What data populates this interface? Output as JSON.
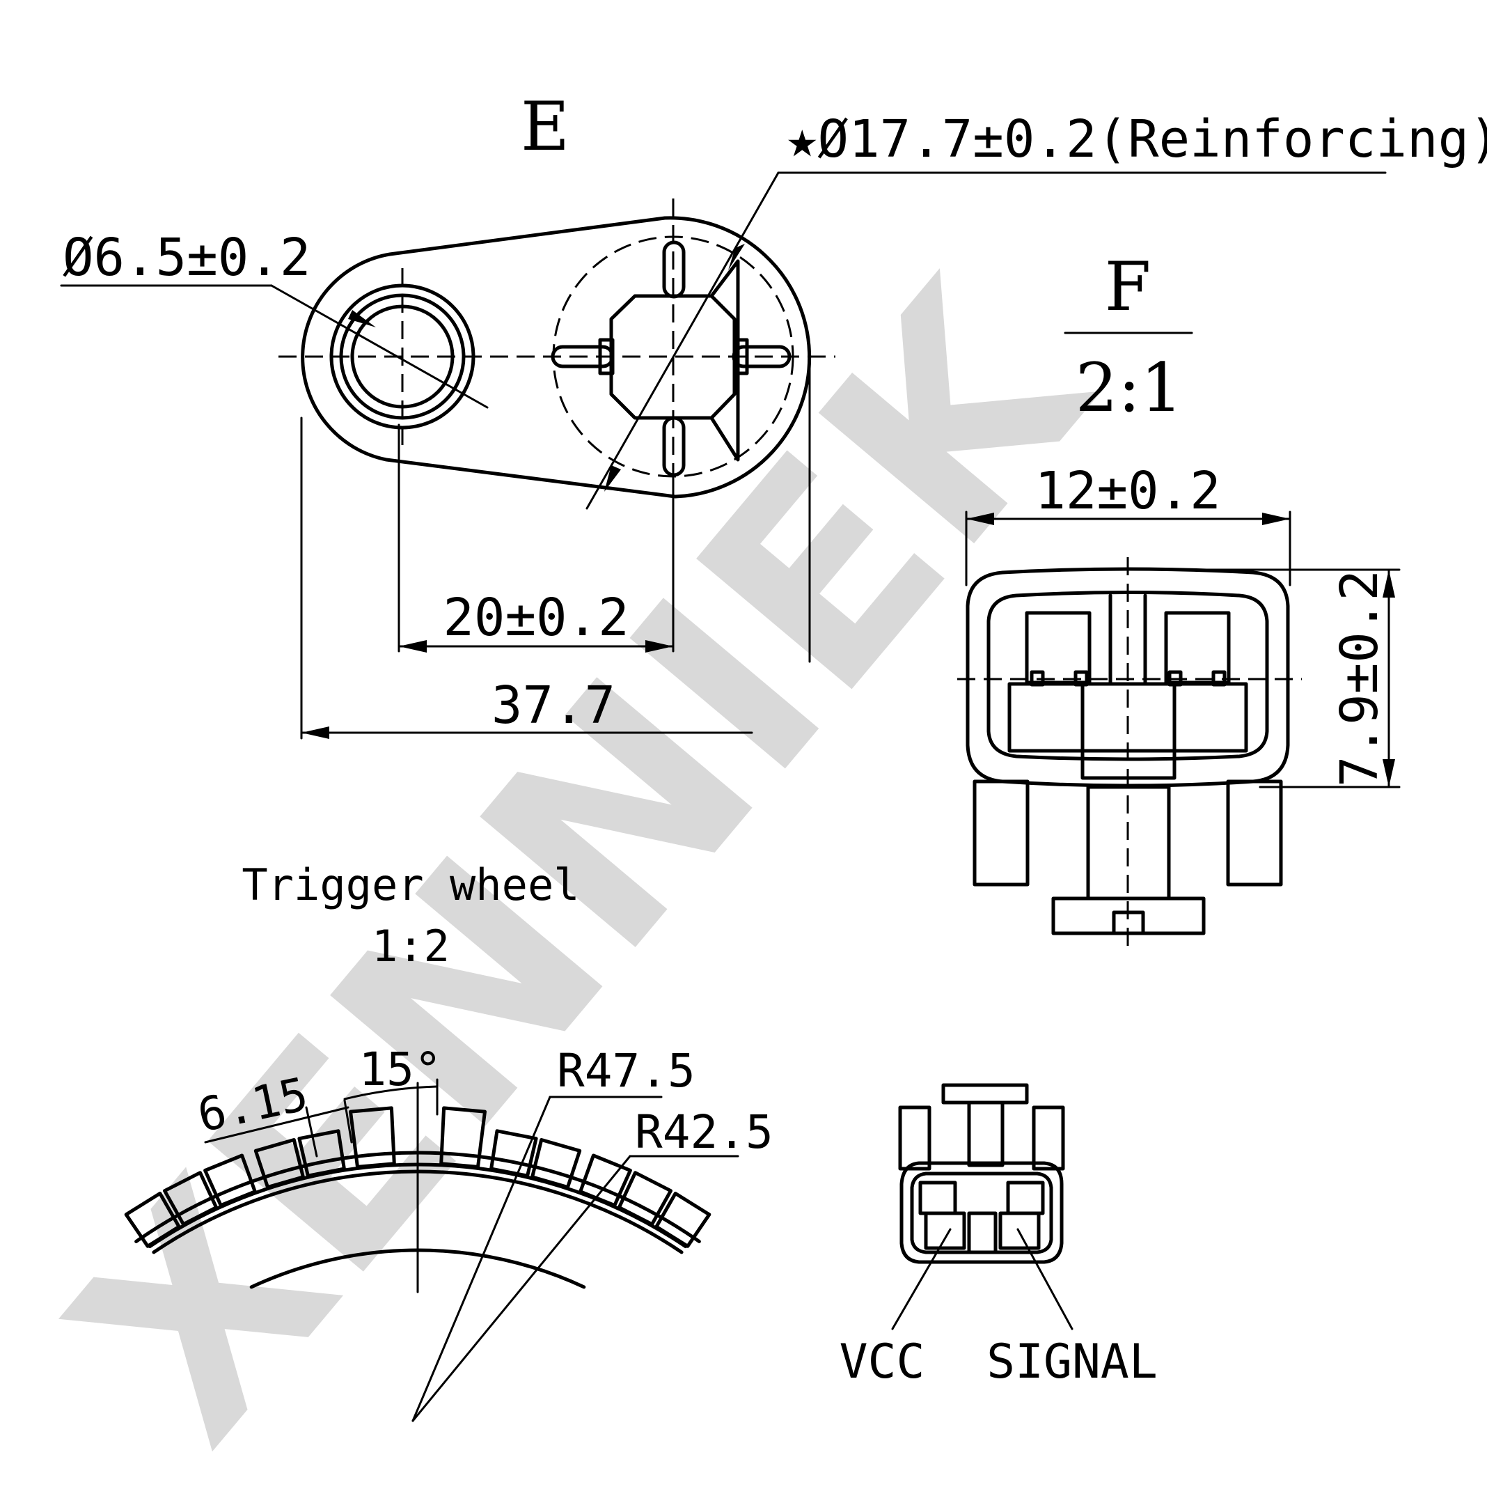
{
  "watermark": "XENNIEK",
  "view_e": {
    "title": "E",
    "reinforcing_note": "★Ø17.7±0.2(Reinforcing)",
    "hole_dim": "Ø6.5±0.2",
    "center_dim": "20±0.2",
    "overall_dim": "37.7"
  },
  "view_f": {
    "title": "F",
    "scale": "2:1",
    "width_dim": "12±0.2",
    "height_dim": "7.9±0.2"
  },
  "trigger_wheel": {
    "title": "Trigger wheel",
    "scale": "1:2",
    "tooth_dim": "6.15",
    "angle_dim": "15°",
    "outer_radius": "R47.5",
    "inner_radius": "R42.5"
  },
  "pinout": {
    "pin1": "VCC",
    "pin2": "SIGNAL"
  }
}
